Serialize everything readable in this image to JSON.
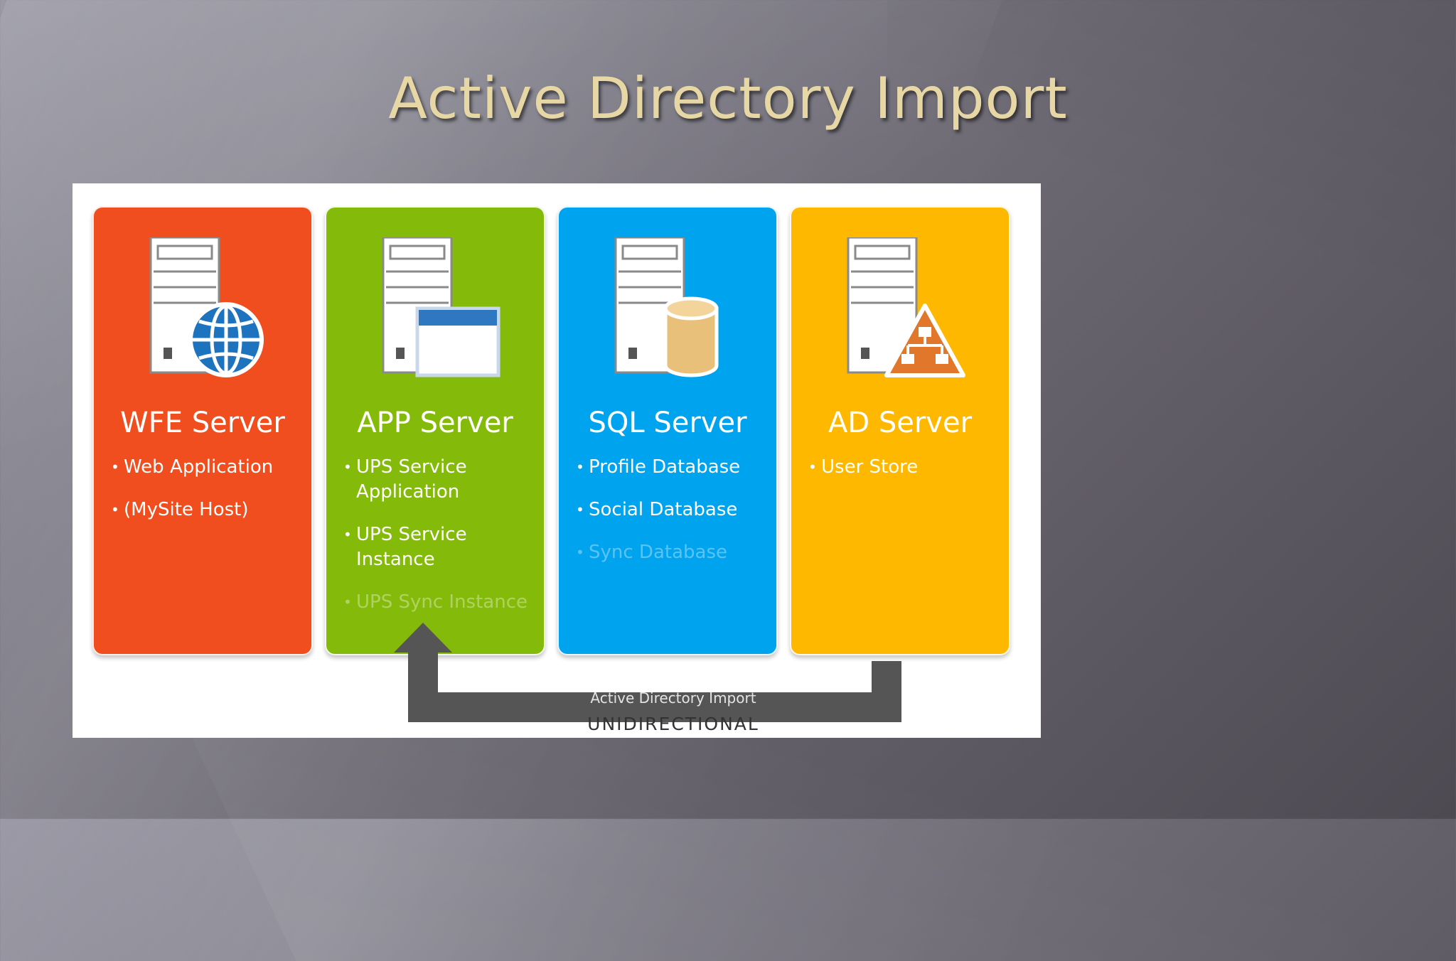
{
  "slide": {
    "title": "Active Directory Import"
  },
  "colors": {
    "wfe": "#f04e1f",
    "app": "#84bb0a",
    "sql": "#00a3ee",
    "ad": "#ffb800",
    "arrow": "#555555",
    "title": "#e6d7a4"
  },
  "servers": [
    {
      "name": "WFE Server",
      "icon": "server-globe-icon",
      "items": [
        "Web Application",
        "(MySite Host)"
      ]
    },
    {
      "name": "APP Server",
      "icon": "server-window-icon",
      "items": [
        "UPS Service Application",
        "UPS Service Instance",
        "UPS Sync Instance"
      ]
    },
    {
      "name": "SQL Server",
      "icon": "server-database-icon",
      "items": [
        "Profile Database",
        "Social Database",
        "Sync Database"
      ]
    },
    {
      "name": "AD Server",
      "icon": "server-hierarchy-icon",
      "items": [
        "User Store"
      ]
    }
  ],
  "flow": {
    "label": "Active Directory Import",
    "direction": "UNIDIRECTIONAL",
    "from": "AD Server",
    "to": "APP Server"
  }
}
